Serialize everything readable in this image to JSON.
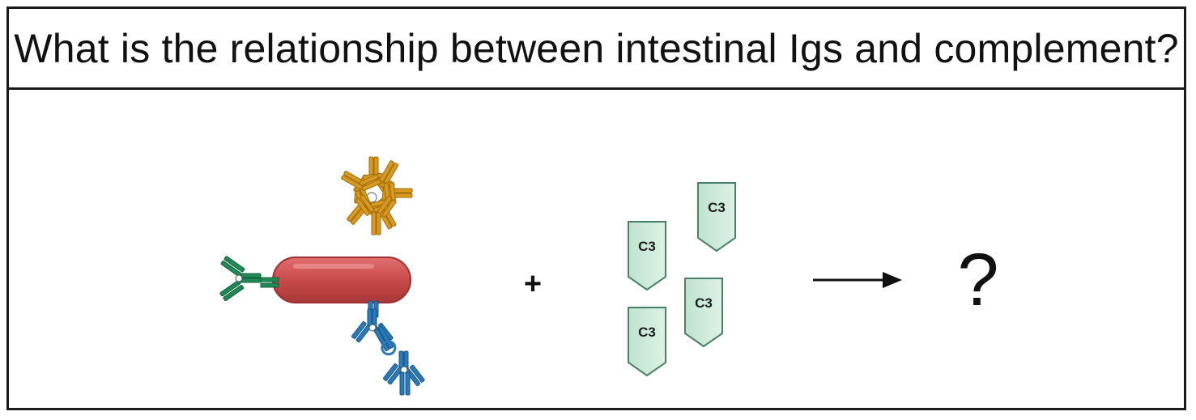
{
  "title": "What is the relationship between intestinal Igs and complement?",
  "operator": "+",
  "result": "?",
  "complement": [
    {
      "label": "C3"
    },
    {
      "label": "C3"
    },
    {
      "label": "C3"
    },
    {
      "label": "C3"
    }
  ],
  "colors": {
    "bacterium": "#c94a4a",
    "bacterium_outline": "#9e2f2f",
    "iga_dimer": "#2a7ab8",
    "igm_pentamer": "#d9991e",
    "igg": "#1e8b56",
    "c3_fill": "#cdeadb",
    "c3_stroke": "#4a8068",
    "border": "#1a1a1a"
  },
  "icons": [
    "bacterium-icon",
    "igm-pentamer-icon",
    "iga-dimer-icon",
    "igg-antibody-icon",
    "c3-protein-icon",
    "arrow-icon"
  ]
}
